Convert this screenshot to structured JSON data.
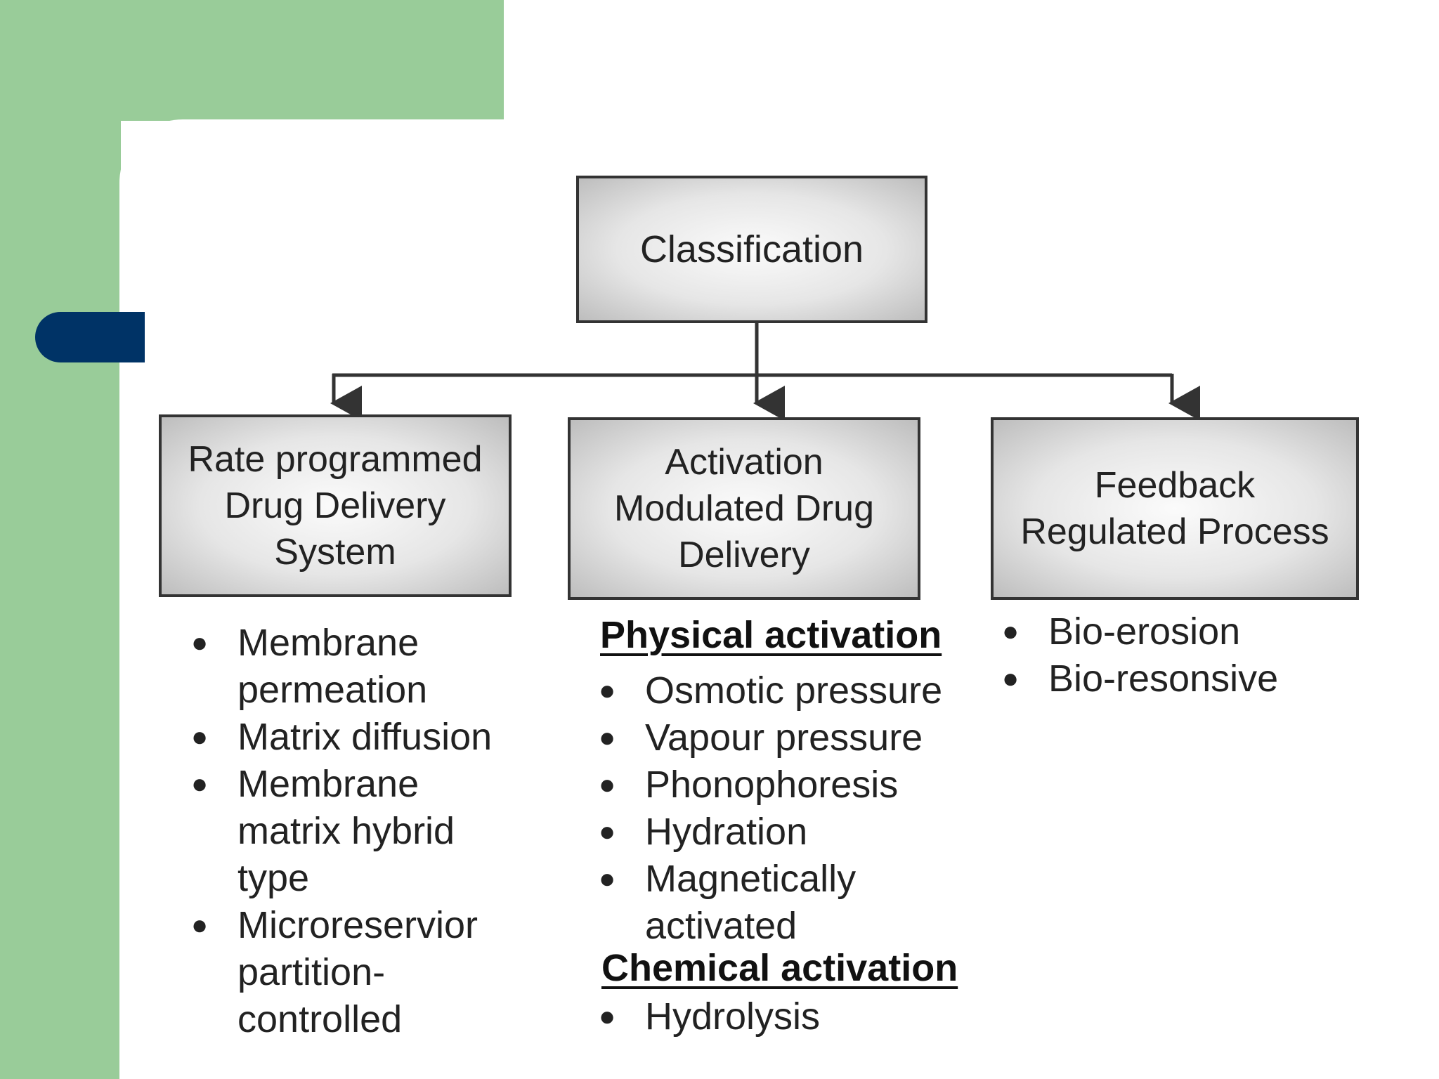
{
  "diagram": {
    "root": {
      "label": "Classification"
    },
    "categories": [
      {
        "label": "Rate programmed\nDrug Delivery\nSystem",
        "items": [
          "Membrane permeation",
          "Matrix diffusion",
          "Membrane matrix hybrid type",
          "Microreservior partition-controlled"
        ]
      },
      {
        "label": "Activation\nModulated Drug\nDelivery",
        "groups": [
          {
            "heading": "Physical activation",
            "items": [
              "Osmotic pressure",
              "Vapour pressure",
              "Phonophoresis",
              "Hydration",
              "Magnetically activated"
            ]
          },
          {
            "heading": "Chemical activation",
            "items": [
              "Hydrolysis"
            ]
          }
        ]
      },
      {
        "label": "Feedback\nRegulated Process",
        "items": [
          "Bio-erosion",
          "Bio-resonsive"
        ]
      }
    ]
  },
  "colors": {
    "accent_green": "#99cc99",
    "accent_blue": "#003366",
    "line": "#333333"
  }
}
